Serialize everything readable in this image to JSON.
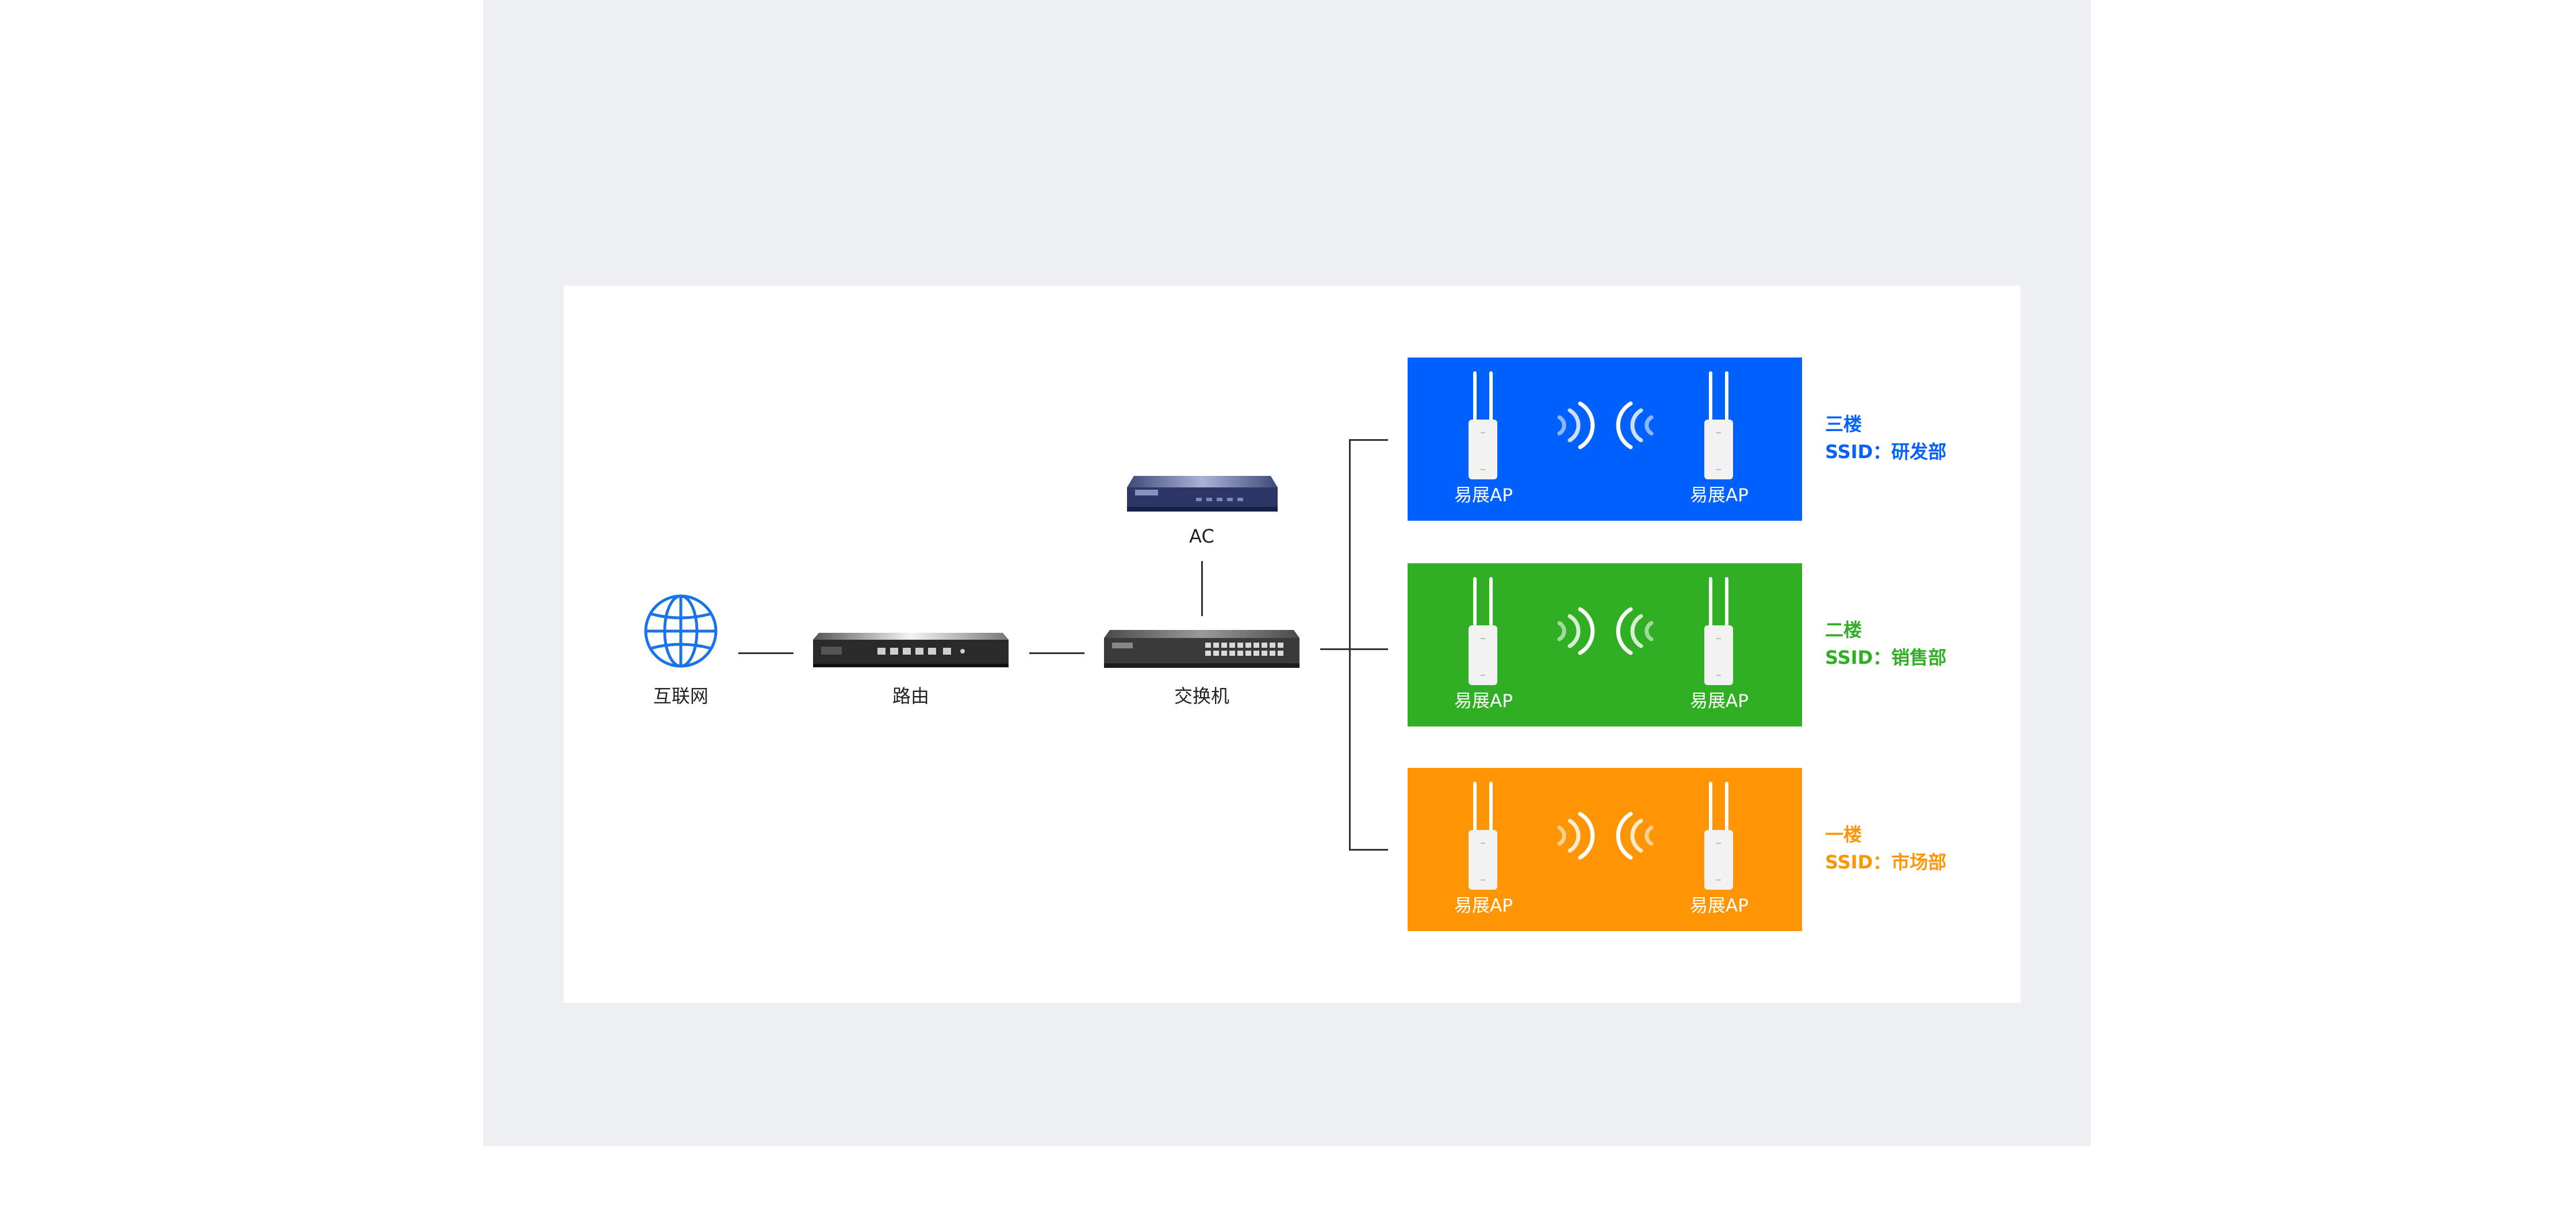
{
  "colors": {
    "page_bg": "#eeeff0",
    "card_bg": "#ffffff",
    "floor3": "#0061fe",
    "floor2": "#30af24",
    "floor1": "#fe9504",
    "line": "#333333"
  },
  "nodes": {
    "internet": "互联网",
    "router": "路由",
    "switch": "交换机",
    "ac": "AC"
  },
  "ap_label": "易展AP",
  "floors": [
    {
      "name": "三楼",
      "ssid": "SSID：研发部"
    },
    {
      "name": "二楼",
      "ssid": "SSID：销售部"
    },
    {
      "name": "一楼",
      "ssid": "SSID：市场部"
    }
  ],
  "icons": {
    "internet": "globe-icon",
    "router": "router-device",
    "switch": "switch-device",
    "ac": "ac-controller-device",
    "ap": "ap-device",
    "wifi": "wifi-signal-icon"
  }
}
